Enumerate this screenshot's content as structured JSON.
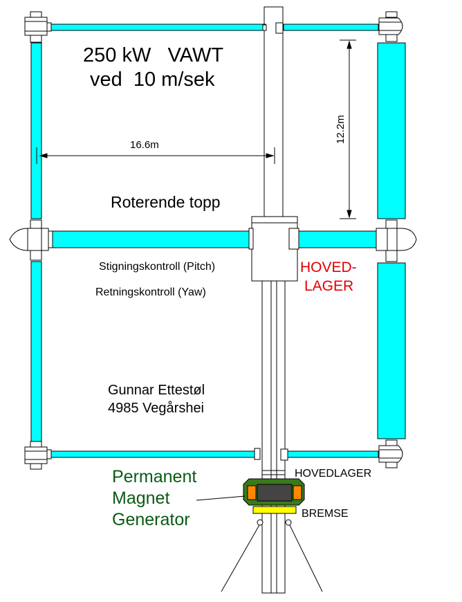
{
  "title": {
    "line1": "250 kW   VAWT",
    "line2": "ved  10 m/sek"
  },
  "dimensions": {
    "width": "16.6m",
    "height": "12.2m"
  },
  "labels": {
    "rotating_top": "Roterende topp",
    "pitch_control": "Stigningskontroll (Pitch)",
    "yaw_control": "Retningskontroll (Yaw)",
    "main_bearing_upper_line1": "HOVED-",
    "main_bearing_upper_line2": "LAGER",
    "main_bearing_lower": "HOVEDLAGER",
    "brake": "BREMSE",
    "generator_line1": "Permanent",
    "generator_line2": "Magnet",
    "generator_line3": "Generator"
  },
  "author": {
    "name": "Gunnar Ettestøl",
    "address": "4985 Vegårshei"
  },
  "colors": {
    "blade": "#00ffff",
    "main_bearing_text": "#e00000",
    "generator_text": "#0a5a14",
    "generator_body": "#3a7a1a",
    "generator_magnet": "#ff8800",
    "generator_core": "#444444",
    "brake_disc": "#ffff00",
    "structure": "#000000"
  }
}
